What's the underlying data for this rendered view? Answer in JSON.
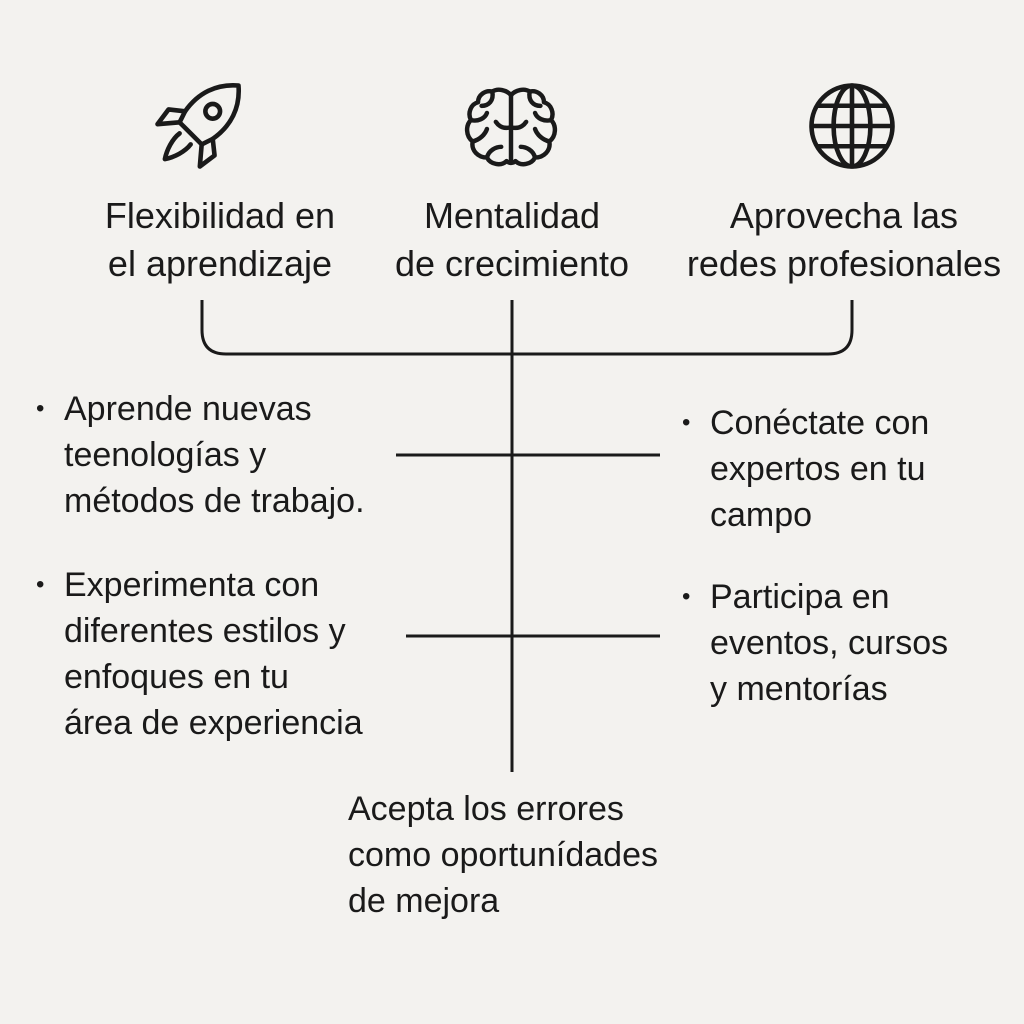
{
  "colors": {
    "background": "#f3f2ef",
    "ink": "#1a1a1a"
  },
  "columns": [
    {
      "icon": "rocket-icon",
      "heading": [
        "Flexibilidad en",
        "el aprendizaje"
      ]
    },
    {
      "icon": "brain-icon",
      "heading": [
        "Mentalidad",
        "de crecimiento"
      ]
    },
    {
      "icon": "globe-icon",
      "heading": [
        "Aprovecha las",
        "redes profesionales"
      ]
    }
  ],
  "left_points": [
    {
      "bullet": "•",
      "lines": [
        "Aprende nuevas",
        "teenologías y",
        "métodos de trabajo."
      ]
    },
    {
      "bullet": "•",
      "lines": [
        "Experimenta con",
        "diferentes estilos y",
        "enfoques en tu",
        "área de experiencia"
      ]
    }
  ],
  "right_points": [
    {
      "bullet": "•",
      "lines": [
        "Conéctate con",
        "expertos en tu",
        "campo"
      ]
    },
    {
      "bullet": "•",
      "lines": [
        "Participa en",
        "eventos, cursos",
        "y mentorías"
      ]
    }
  ],
  "bottom_note": {
    "lines": [
      "Acepta los errores",
      "como oportunídades",
      "de mejora"
    ]
  }
}
